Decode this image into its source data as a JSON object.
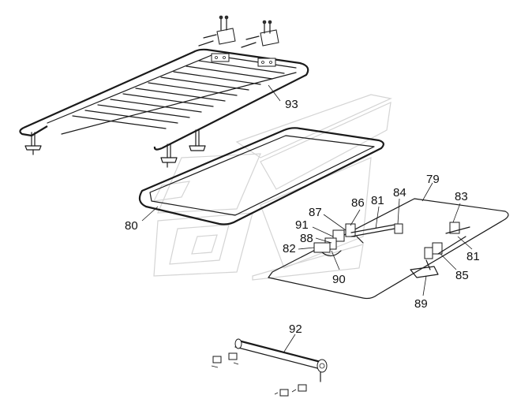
{
  "parts": [
    {
      "id": "p93",
      "label": "93"
    },
    {
      "id": "p80",
      "label": "80"
    },
    {
      "id": "p79",
      "label": "79"
    },
    {
      "id": "p83",
      "label": "83"
    },
    {
      "id": "p84",
      "label": "84"
    },
    {
      "id": "p81a",
      "label": "81"
    },
    {
      "id": "p86",
      "label": "86"
    },
    {
      "id": "p87",
      "label": "87"
    },
    {
      "id": "p91",
      "label": "91"
    },
    {
      "id": "p88",
      "label": "88"
    },
    {
      "id": "p82",
      "label": "82"
    },
    {
      "id": "p90",
      "label": "90"
    },
    {
      "id": "p81b",
      "label": "81"
    },
    {
      "id": "p85",
      "label": "85"
    },
    {
      "id": "p89",
      "label": "89"
    },
    {
      "id": "p92",
      "label": "92"
    }
  ],
  "colors": {
    "line": "#1a1a1a",
    "watermark": "#d4d4d4",
    "background": "#ffffff"
  }
}
